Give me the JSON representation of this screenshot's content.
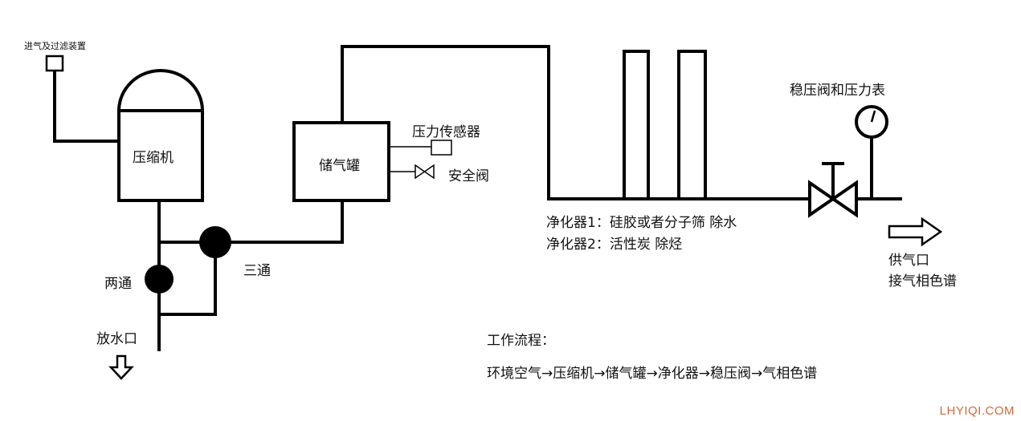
{
  "labels": {
    "intake_filter": "进气及过滤装置",
    "compressor": "压缩机",
    "air_tank": "储气罐",
    "pressure_sensor": "压力传感器",
    "safety_valve": "安全阀",
    "two_way": "两通",
    "three_way": "三通",
    "drain": "放水口",
    "regulator": "稳压阀和压力表",
    "purifier1": "净化器1：硅胶或者分子筛 除水",
    "purifier2": "净化器2：活性炭 除烃",
    "supply_outlet": "供气口",
    "to_gc": "接气相色谱",
    "workflow_title": "工作流程：",
    "workflow": "环境空气→压缩机→储气罐→净化器→稳压阀→气相色谱"
  },
  "watermark": "LHYIQI.COM"
}
